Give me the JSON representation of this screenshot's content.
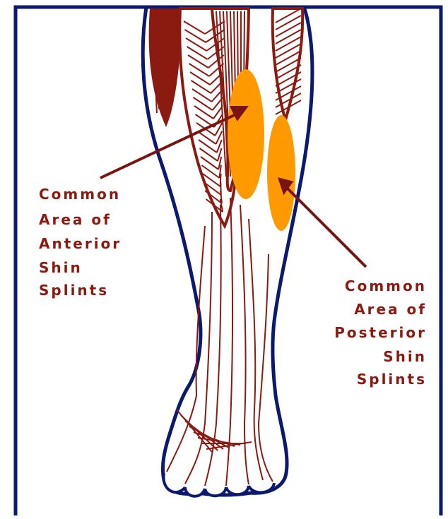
{
  "colors": {
    "border": "#0b1a6e",
    "outline": "#0b1a6e",
    "muscle": "#8b1a10",
    "highlight": "#ff9900",
    "label": "#8b1a10",
    "arrow": "#7a1410",
    "background": "#ffffff"
  },
  "labels": {
    "anterior": {
      "line1": "Common",
      "line2": "Area of",
      "line3": "Anterior",
      "line4": "Shin",
      "line5": "Splints"
    },
    "posterior": {
      "line1": "Common",
      "line2": "Area of",
      "line3": "Posterior",
      "line4": "Shin",
      "line5": "Splints"
    }
  }
}
